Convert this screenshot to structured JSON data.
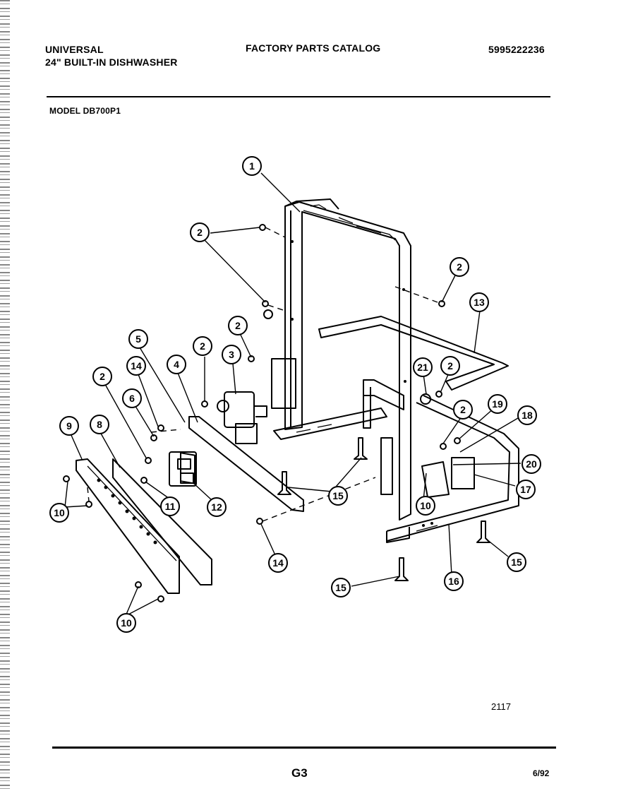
{
  "header": {
    "brand": "UNIVERSAL",
    "product": "24\" BUILT-IN DISHWASHER",
    "catalog_title": "FACTORY PARTS CATALOG",
    "document_number": "5995222236",
    "model": "MODEL DB700P1"
  },
  "diagram": {
    "callouts": [
      "1",
      "2",
      "2",
      "2",
      "2",
      "2",
      "2",
      "2",
      "3",
      "4",
      "5",
      "6",
      "8",
      "9",
      "10",
      "10",
      "10",
      "11",
      "12",
      "13",
      "14",
      "14",
      "15",
      "15",
      "15",
      "16",
      "17",
      "18",
      "19",
      "20",
      "21"
    ]
  },
  "footer": {
    "figure_ref": "2117",
    "page_id": "G3",
    "date": "6/92"
  }
}
